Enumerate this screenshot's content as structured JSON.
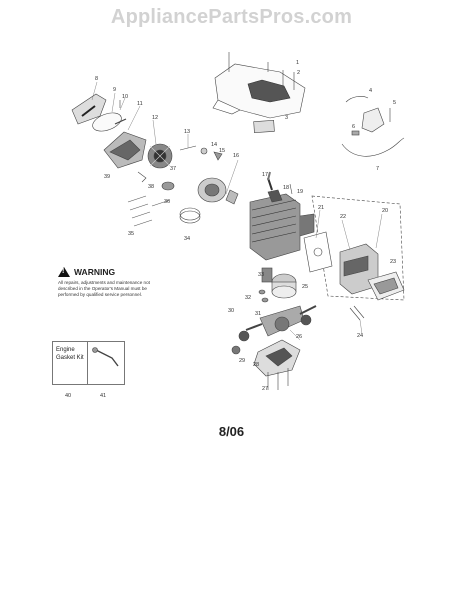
{
  "header": {
    "watermark": "AppliancePartsPros.com"
  },
  "warning": {
    "title": "WARNING",
    "text": "All repairs, adjustments and maintenance not described in the Operator's Manual must be performed by qualified service personnel."
  },
  "kit": {
    "label": "Engine Gasket Kit",
    "number": "40",
    "tool_number": "41"
  },
  "revision_date": "8/06",
  "part_numbers": [
    "1",
    "2",
    "3",
    "4",
    "5",
    "6",
    "7",
    "8",
    "9",
    "10",
    "11",
    "12",
    "13",
    "14",
    "15",
    "16",
    "17",
    "18",
    "19",
    "20",
    "21",
    "22",
    "23",
    "24",
    "25",
    "26",
    "27",
    "28",
    "29",
    "30",
    "31",
    "32",
    "33",
    "34",
    "35",
    "36",
    "37",
    "38",
    "39"
  ]
}
